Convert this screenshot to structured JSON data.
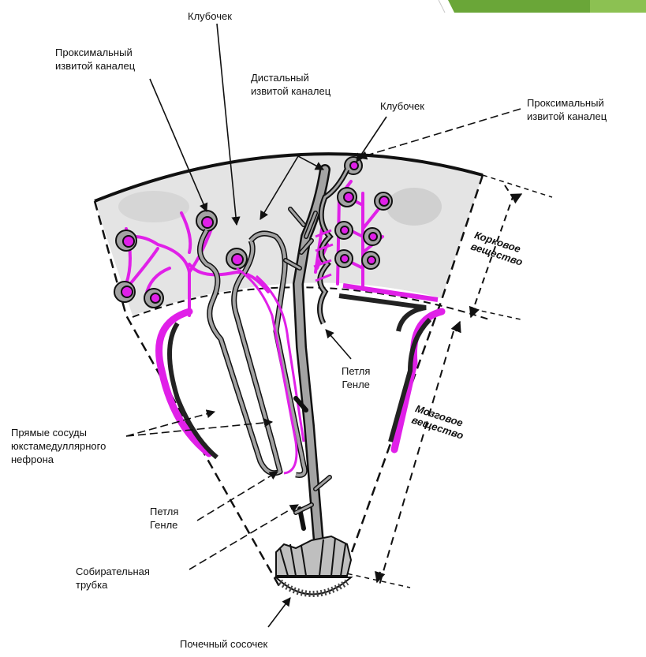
{
  "colors": {
    "accent_green": "#6aa638",
    "accent_green_light": "#8cc152",
    "magenta": "#e020e8",
    "tubule_gray": "#a3a3a3",
    "cortex_shade": "#e4e4e4",
    "ink": "#111111"
  },
  "labels": {
    "glomerulus_top": "Клубочек",
    "proximal_left": "Проксимальный\nизвитой каналец",
    "distal": "Дистальный\nизвитой каналец",
    "glomerulus_right": "Клубочек",
    "proximal_right": "Проксимальный\nизвитой каналец",
    "cortex": "Корковое\nвещество",
    "henle_center": "Петля\nГенле",
    "medulla": "Мозговое\nвещество",
    "vasa_recta": "Прямые сосуды\nюкстамедуллярного\nнефрона",
    "henle_left": "Петля\nГенле",
    "collecting_duct": "Собирательная\nтрубка",
    "papilla": "Почечный сосочек"
  }
}
